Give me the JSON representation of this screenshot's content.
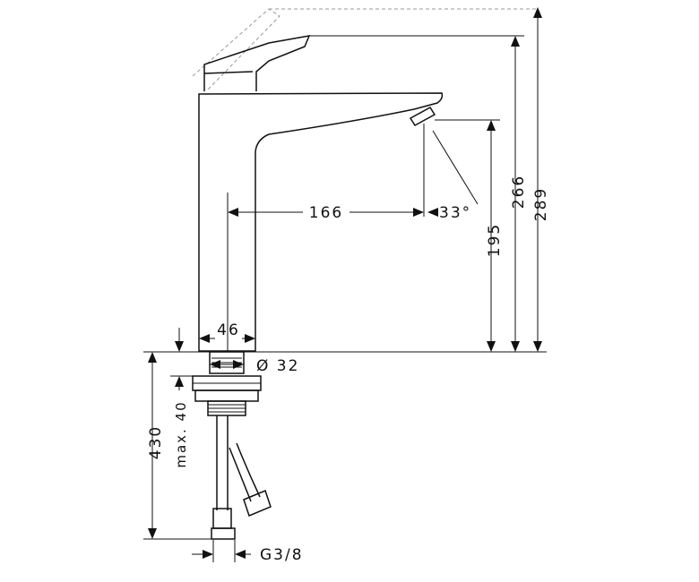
{
  "dimensions": {
    "reach": "166",
    "jet_angle": "33°",
    "spout_height": "195",
    "lever_height": "266",
    "total_height": "289",
    "body_width": "46",
    "mount_hole": "Ø 32",
    "hose_length": "430",
    "max_thickness": "max. 40",
    "thread": "G3/8"
  }
}
